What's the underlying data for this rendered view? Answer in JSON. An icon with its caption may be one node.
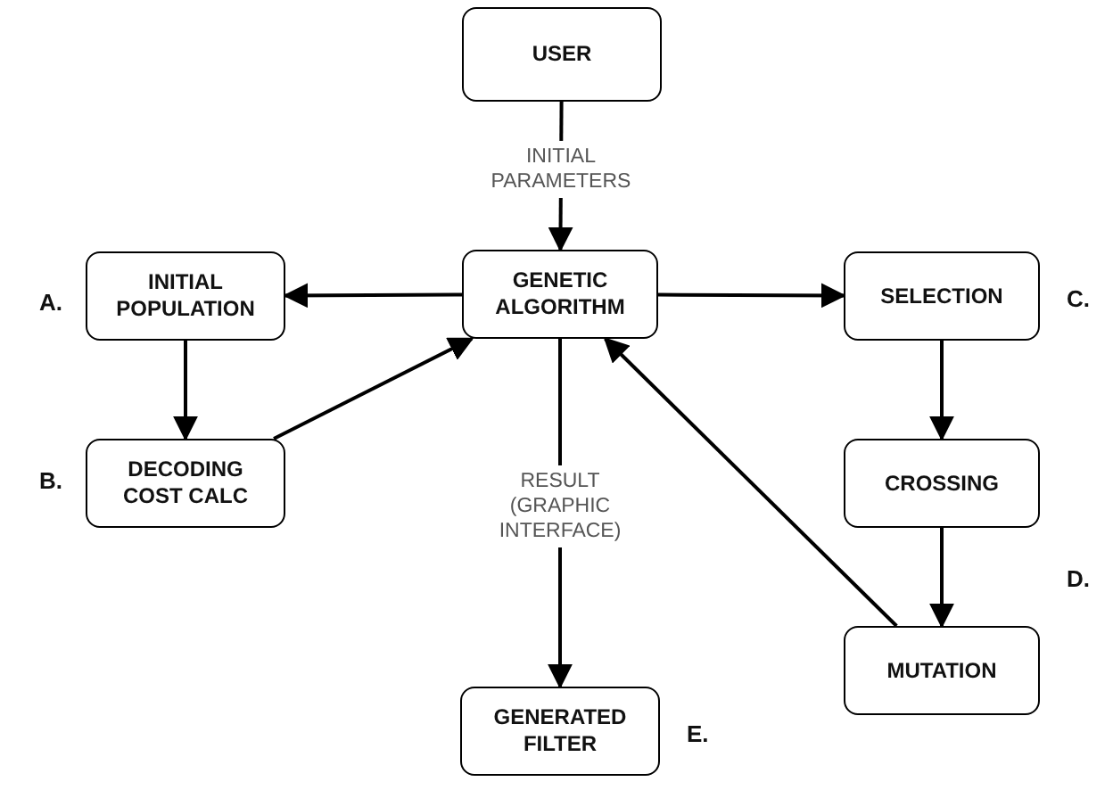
{
  "diagram": {
    "nodes": [
      {
        "text": [
          "USER"
        ]
      },
      {
        "text": [
          "INITIAL POPULATION"
        ]
      },
      {
        "text": [
          "GENETIC ALGORITHM"
        ]
      },
      {
        "text": [
          "SELECTION"
        ]
      },
      {
        "text": [
          "DECODING COST CALC"
        ]
      },
      {
        "text": [
          "CROSSING"
        ]
      },
      {
        "text": [
          "MUTATION"
        ]
      },
      {
        "text": [
          "GENERATED FILTER"
        ]
      }
    ],
    "edges": [
      {
        "from": 0,
        "to": 2,
        "arrow": "to",
        "label": "INITIAL PARAMETERS"
      },
      {
        "from": 2,
        "to": 1,
        "arrow": "to"
      },
      {
        "from": 1,
        "to": 4,
        "arrow": "to"
      },
      {
        "from": 4,
        "to": 2,
        "arrow": "to"
      },
      {
        "from": 2,
        "to": 3,
        "arrow": "to"
      },
      {
        "from": 3,
        "to": 5,
        "arrow": "to"
      },
      {
        "from": 5,
        "to": 6,
        "arrow": "to"
      },
      {
        "from": 6,
        "to": 2,
        "arrow": "to"
      },
      {
        "from": 2,
        "to": 7,
        "arrow": "to",
        "label": "RESULT (GRAPHIC INTERFACE)"
      }
    ],
    "labels": [
      "A.",
      "B.",
      "C.",
      "D.",
      "E."
    ]
  }
}
